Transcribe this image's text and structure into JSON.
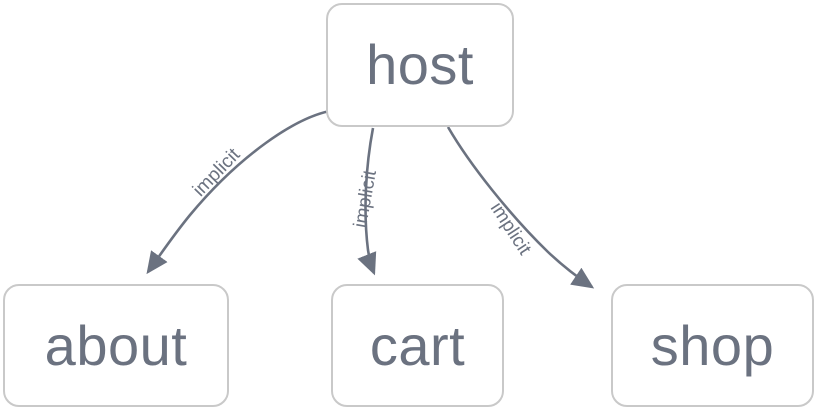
{
  "diagram": {
    "type": "directed-graph",
    "background_color": "#ffffff",
    "node_border_color": "#c9c9c9",
    "node_fill_color": "#ffffff",
    "text_color": "#6b7280",
    "edge_color": "#6b7280",
    "nodes": [
      {
        "id": "host",
        "label": "host"
      },
      {
        "id": "about",
        "label": "about"
      },
      {
        "id": "cart",
        "label": "cart"
      },
      {
        "id": "shop",
        "label": "shop"
      }
    ],
    "edges": [
      {
        "from": "host",
        "to": "about",
        "label": "implicit",
        "arrow": "arrowhead-icon"
      },
      {
        "from": "host",
        "to": "cart",
        "label": "implicit",
        "arrow": "arrowhead-icon"
      },
      {
        "from": "host",
        "to": "shop",
        "label": "implicit",
        "arrow": "arrowhead-icon"
      }
    ]
  }
}
